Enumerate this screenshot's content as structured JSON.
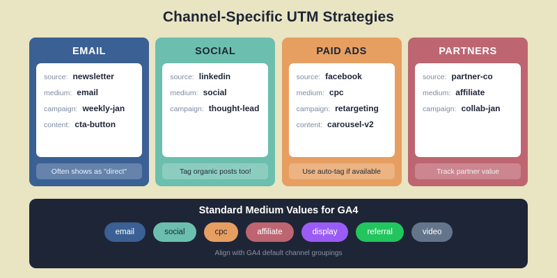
{
  "page": {
    "title": "Channel-Specific UTM Strategies",
    "background_color": "#e9e4c2"
  },
  "cards": [
    {
      "id": "email",
      "title": "EMAIL",
      "color": "#3a6094",
      "title_style": "light",
      "params": [
        {
          "key": "source:",
          "value": "newsletter"
        },
        {
          "key": "medium:",
          "value": "email"
        },
        {
          "key": "campaign:",
          "value": "weekly-jan"
        },
        {
          "key": "content:",
          "value": "cta-button"
        }
      ],
      "note": "Often shows as \"direct\""
    },
    {
      "id": "social",
      "title": "SOCIAL",
      "color": "#6cbfae",
      "title_style": "dark",
      "params": [
        {
          "key": "source:",
          "value": "linkedin"
        },
        {
          "key": "medium:",
          "value": "social"
        },
        {
          "key": "campaign:",
          "value": "thought-lead"
        }
      ],
      "note": "Tag organic posts too!"
    },
    {
      "id": "paid-ads",
      "title": "PAID ADS",
      "color": "#e79e61",
      "title_style": "dark",
      "params": [
        {
          "key": "source:",
          "value": "facebook"
        },
        {
          "key": "medium:",
          "value": "cpc"
        },
        {
          "key": "campaign:",
          "value": "retargeting"
        },
        {
          "key": "content:",
          "value": "carousel-v2"
        }
      ],
      "note": "Use auto-tag if available"
    },
    {
      "id": "partners",
      "title": "PARTNERS",
      "color": "#bd6570",
      "title_style": "light",
      "params": [
        {
          "key": "source:",
          "value": "partner-co"
        },
        {
          "key": "medium:",
          "value": "affiliate"
        },
        {
          "key": "campaign:",
          "value": "collab-jan"
        }
      ],
      "note": "Track partner value"
    }
  ],
  "panel": {
    "title": "Standard Medium Values for GA4",
    "background_color": "#1e2536",
    "footer": "Align with GA4 default channel groupings",
    "pills": [
      {
        "label": "email",
        "color": "#3a6094",
        "text_color": "#ffffff"
      },
      {
        "label": "social",
        "color": "#6cbfae",
        "text_color": "#1d2535"
      },
      {
        "label": "cpc",
        "color": "#e79e61",
        "text_color": "#1d2535"
      },
      {
        "label": "affiliate",
        "color": "#bd6570",
        "text_color": "#ffffff"
      },
      {
        "label": "display",
        "color": "#9b5cf6",
        "text_color": "#ffffff"
      },
      {
        "label": "referral",
        "color": "#22c55e",
        "text_color": "#ffffff"
      },
      {
        "label": "video",
        "color": "#64748b",
        "text_color": "#ffffff"
      }
    ]
  }
}
